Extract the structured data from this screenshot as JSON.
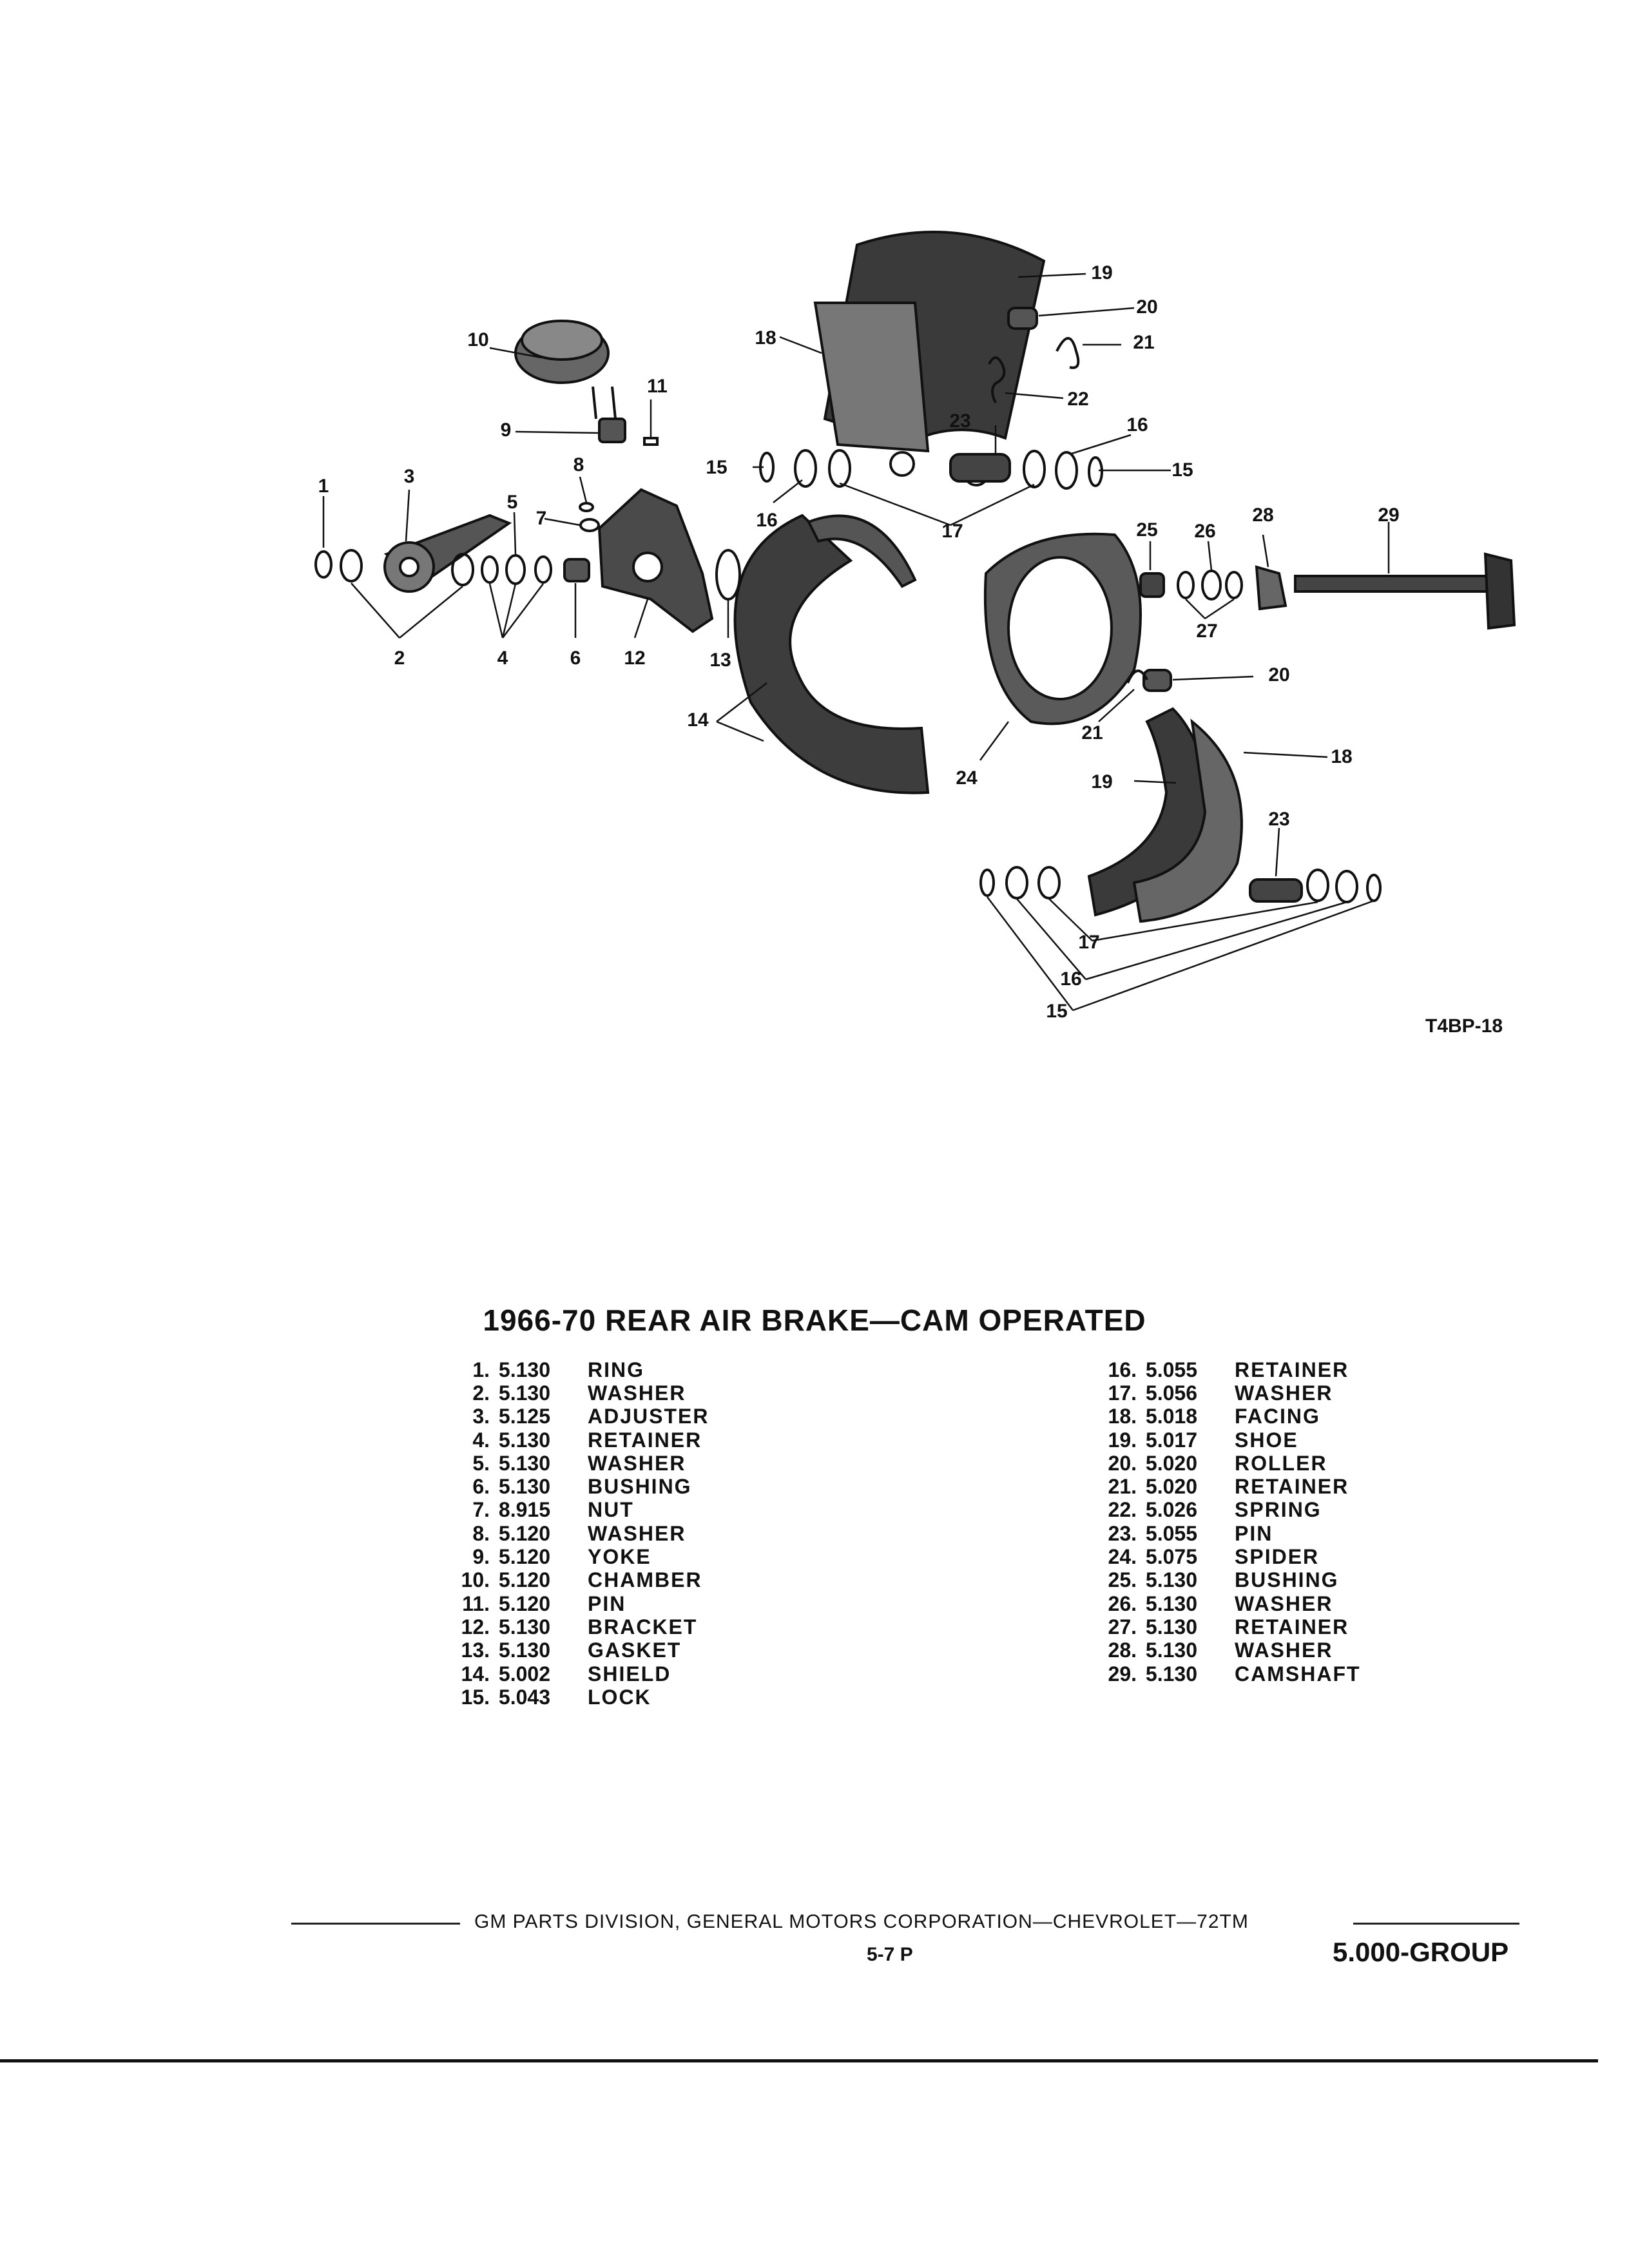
{
  "diagram": {
    "figure_code": "T4BP-18",
    "callouts": [
      "1",
      "2",
      "3",
      "4",
      "5",
      "6",
      "7",
      "8",
      "9",
      "10",
      "11",
      "12",
      "13",
      "14",
      "15",
      "16",
      "17",
      "18",
      "19",
      "20",
      "21",
      "22",
      "23",
      "24",
      "25",
      "26",
      "27",
      "28",
      "29"
    ]
  },
  "title": "1966-70 REAR AIR BRAKE—CAM OPERATED",
  "parts_left": [
    {
      "num": "1.",
      "code": "5.130",
      "name": "RING"
    },
    {
      "num": "2.",
      "code": "5.130",
      "name": "WASHER"
    },
    {
      "num": "3.",
      "code": "5.125",
      "name": "ADJUSTER"
    },
    {
      "num": "4.",
      "code": "5.130",
      "name": "RETAINER"
    },
    {
      "num": "5.",
      "code": "5.130",
      "name": "WASHER"
    },
    {
      "num": "6.",
      "code": "5.130",
      "name": "BUSHING"
    },
    {
      "num": "7.",
      "code": "8.915",
      "name": "NUT"
    },
    {
      "num": "8.",
      "code": "5.120",
      "name": "WASHER"
    },
    {
      "num": "9.",
      "code": "5.120",
      "name": "YOKE"
    },
    {
      "num": "10.",
      "code": "5.120",
      "name": "CHAMBER"
    },
    {
      "num": "11.",
      "code": "5.120",
      "name": "PIN"
    },
    {
      "num": "12.",
      "code": "5.130",
      "name": "BRACKET"
    },
    {
      "num": "13.",
      "code": "5.130",
      "name": "GASKET"
    },
    {
      "num": "14.",
      "code": "5.002",
      "name": "SHIELD"
    },
    {
      "num": "15.",
      "code": "5.043",
      "name": "LOCK"
    }
  ],
  "parts_right": [
    {
      "num": "16.",
      "code": "5.055",
      "name": "RETAINER"
    },
    {
      "num": "17.",
      "code": "5.056",
      "name": "WASHER"
    },
    {
      "num": "18.",
      "code": "5.018",
      "name": "FACING"
    },
    {
      "num": "19.",
      "code": "5.017",
      "name": "SHOE"
    },
    {
      "num": "20.",
      "code": "5.020",
      "name": "ROLLER"
    },
    {
      "num": "21.",
      "code": "5.020",
      "name": "RETAINER"
    },
    {
      "num": "22.",
      "code": "5.026",
      "name": "SPRING"
    },
    {
      "num": "23.",
      "code": "5.055",
      "name": "PIN"
    },
    {
      "num": "24.",
      "code": "5.075",
      "name": "SPIDER"
    },
    {
      "num": "25.",
      "code": "5.130",
      "name": "BUSHING"
    },
    {
      "num": "26.",
      "code": "5.130",
      "name": "WASHER"
    },
    {
      "num": "27.",
      "code": "5.130",
      "name": "RETAINER"
    },
    {
      "num": "28.",
      "code": "5.130",
      "name": "WASHER"
    },
    {
      "num": "29.",
      "code": "5.130",
      "name": "CAMSHAFT"
    }
  ],
  "footer": {
    "text": "GM PARTS DIVISION, GENERAL MOTORS CORPORATION—CHEVROLET—72TM",
    "page": "5-7 P",
    "group": "5.000-GROUP"
  }
}
